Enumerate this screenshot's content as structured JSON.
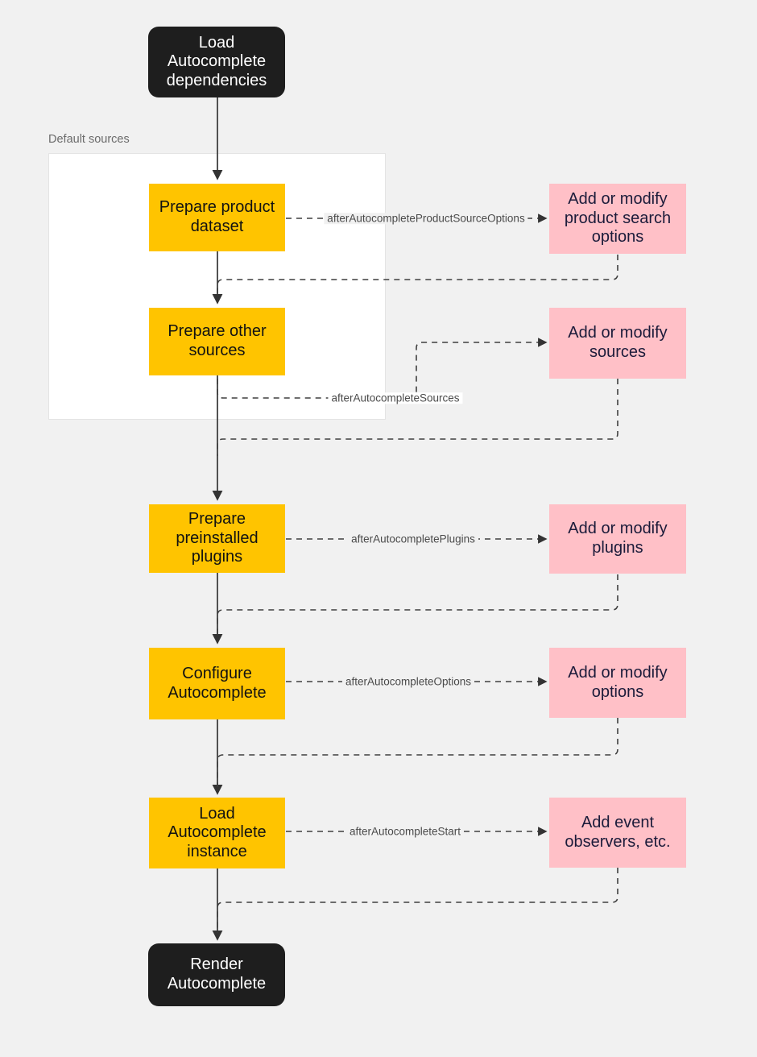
{
  "diagram": {
    "type": "flowchart",
    "direction": "top-to-bottom",
    "background_color": "#f1f1f1",
    "colors": {
      "terminal_fill": "#1e1e1e",
      "terminal_text": "#ffffff",
      "step_fill": "#ffc400",
      "step_text": "#121212",
      "hook_fill": "#ffc0c7",
      "hook_text": "#1b1b3a",
      "edge_stroke": "#404040",
      "subgraph_fill": "#ffffff",
      "subgraph_border": "#e4e4e4",
      "label_text": "#4a4a4a",
      "subgraph_title_text": "#6b6b6b"
    },
    "subgraph": {
      "title": "Default sources"
    },
    "nodes": [
      {
        "id": "load-deps",
        "kind": "terminal",
        "label": "Load\nAutocomplete\ndependencies"
      },
      {
        "id": "prepare-product",
        "kind": "step",
        "label": "Prepare product\ndataset"
      },
      {
        "id": "prepare-sources",
        "kind": "step",
        "label": "Prepare other\nsources"
      },
      {
        "id": "prepare-plugins",
        "kind": "step",
        "label": "Prepare\npreinstalled\nplugins"
      },
      {
        "id": "configure",
        "kind": "step",
        "label": "Configure\nAutocomplete"
      },
      {
        "id": "load-instance",
        "kind": "step",
        "label": "Load\nAutocomplete\ninstance"
      },
      {
        "id": "render",
        "kind": "terminal",
        "label": "Render\nAutocomplete"
      },
      {
        "id": "hook-product",
        "kind": "hook",
        "label": "Add or modify\nproduct search\noptions"
      },
      {
        "id": "hook-sources",
        "kind": "hook",
        "label": "Add or modify\nsources"
      },
      {
        "id": "hook-plugins",
        "kind": "hook",
        "label": "Add or modify\nplugins"
      },
      {
        "id": "hook-options",
        "kind": "hook",
        "label": "Add or modify\noptions"
      },
      {
        "id": "hook-events",
        "kind": "hook",
        "label": "Add event\nobservers, etc."
      }
    ],
    "edge_labels": [
      {
        "id": "lbl-product-source-options",
        "text": "afterAutocompleteProductSourceOptions"
      },
      {
        "id": "lbl-sources",
        "text": "afterAutocompleteSources"
      },
      {
        "id": "lbl-plugins",
        "text": "afterAutocompletePlugins"
      },
      {
        "id": "lbl-options",
        "text": "afterAutocompleteOptions"
      },
      {
        "id": "lbl-start",
        "text": "afterAutocompleteStart"
      }
    ]
  }
}
